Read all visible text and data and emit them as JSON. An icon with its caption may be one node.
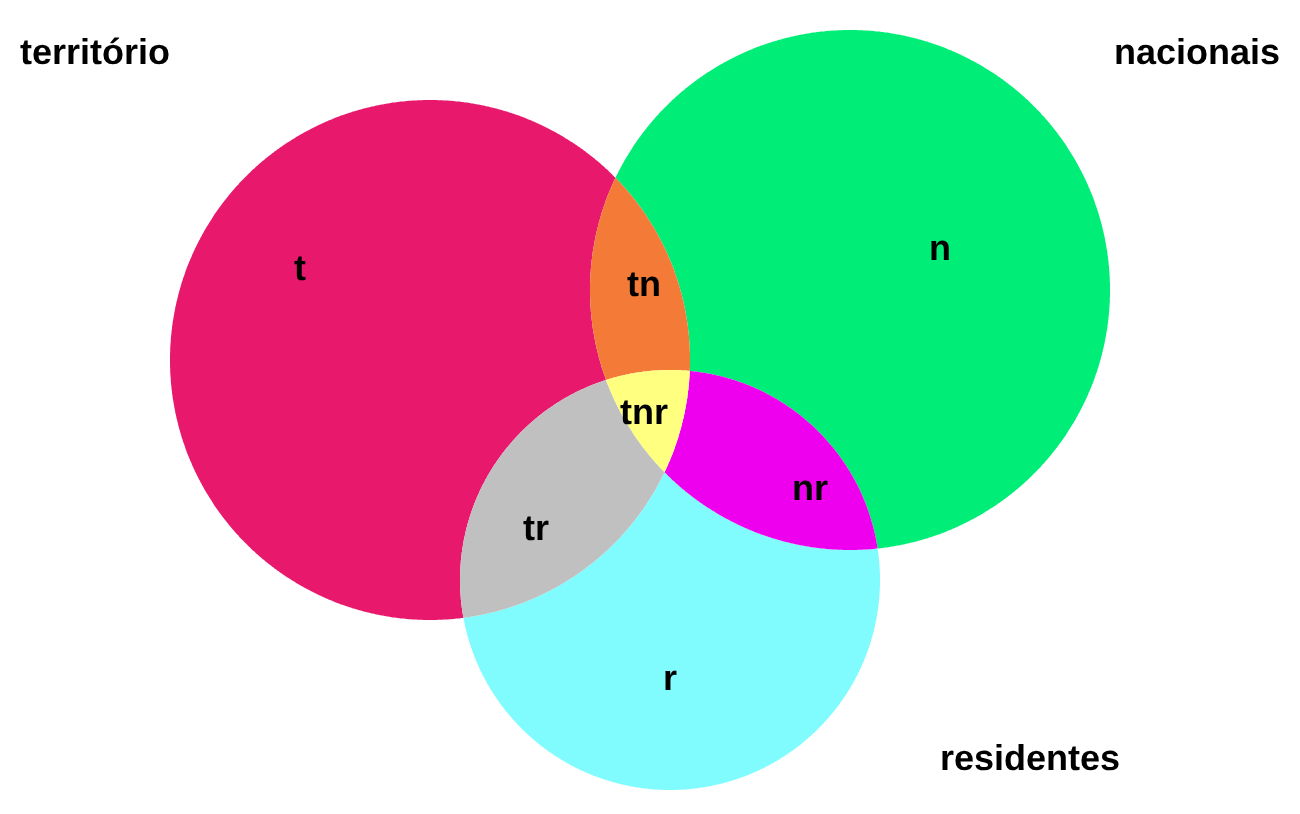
{
  "diagram": {
    "nodes": [
      {
        "text": [
          "território",
          "t"
        ]
      },
      {
        "text": [
          "nacionais",
          "n"
        ]
      },
      {
        "text": [
          "tn"
        ]
      },
      {
        "text": [
          "tnr"
        ]
      },
      {
        "text": [
          "tr"
        ]
      },
      {
        "text": [
          "nr"
        ]
      },
      {
        "text": [
          "residentes",
          "r"
        ]
      }
    ]
  }
}
